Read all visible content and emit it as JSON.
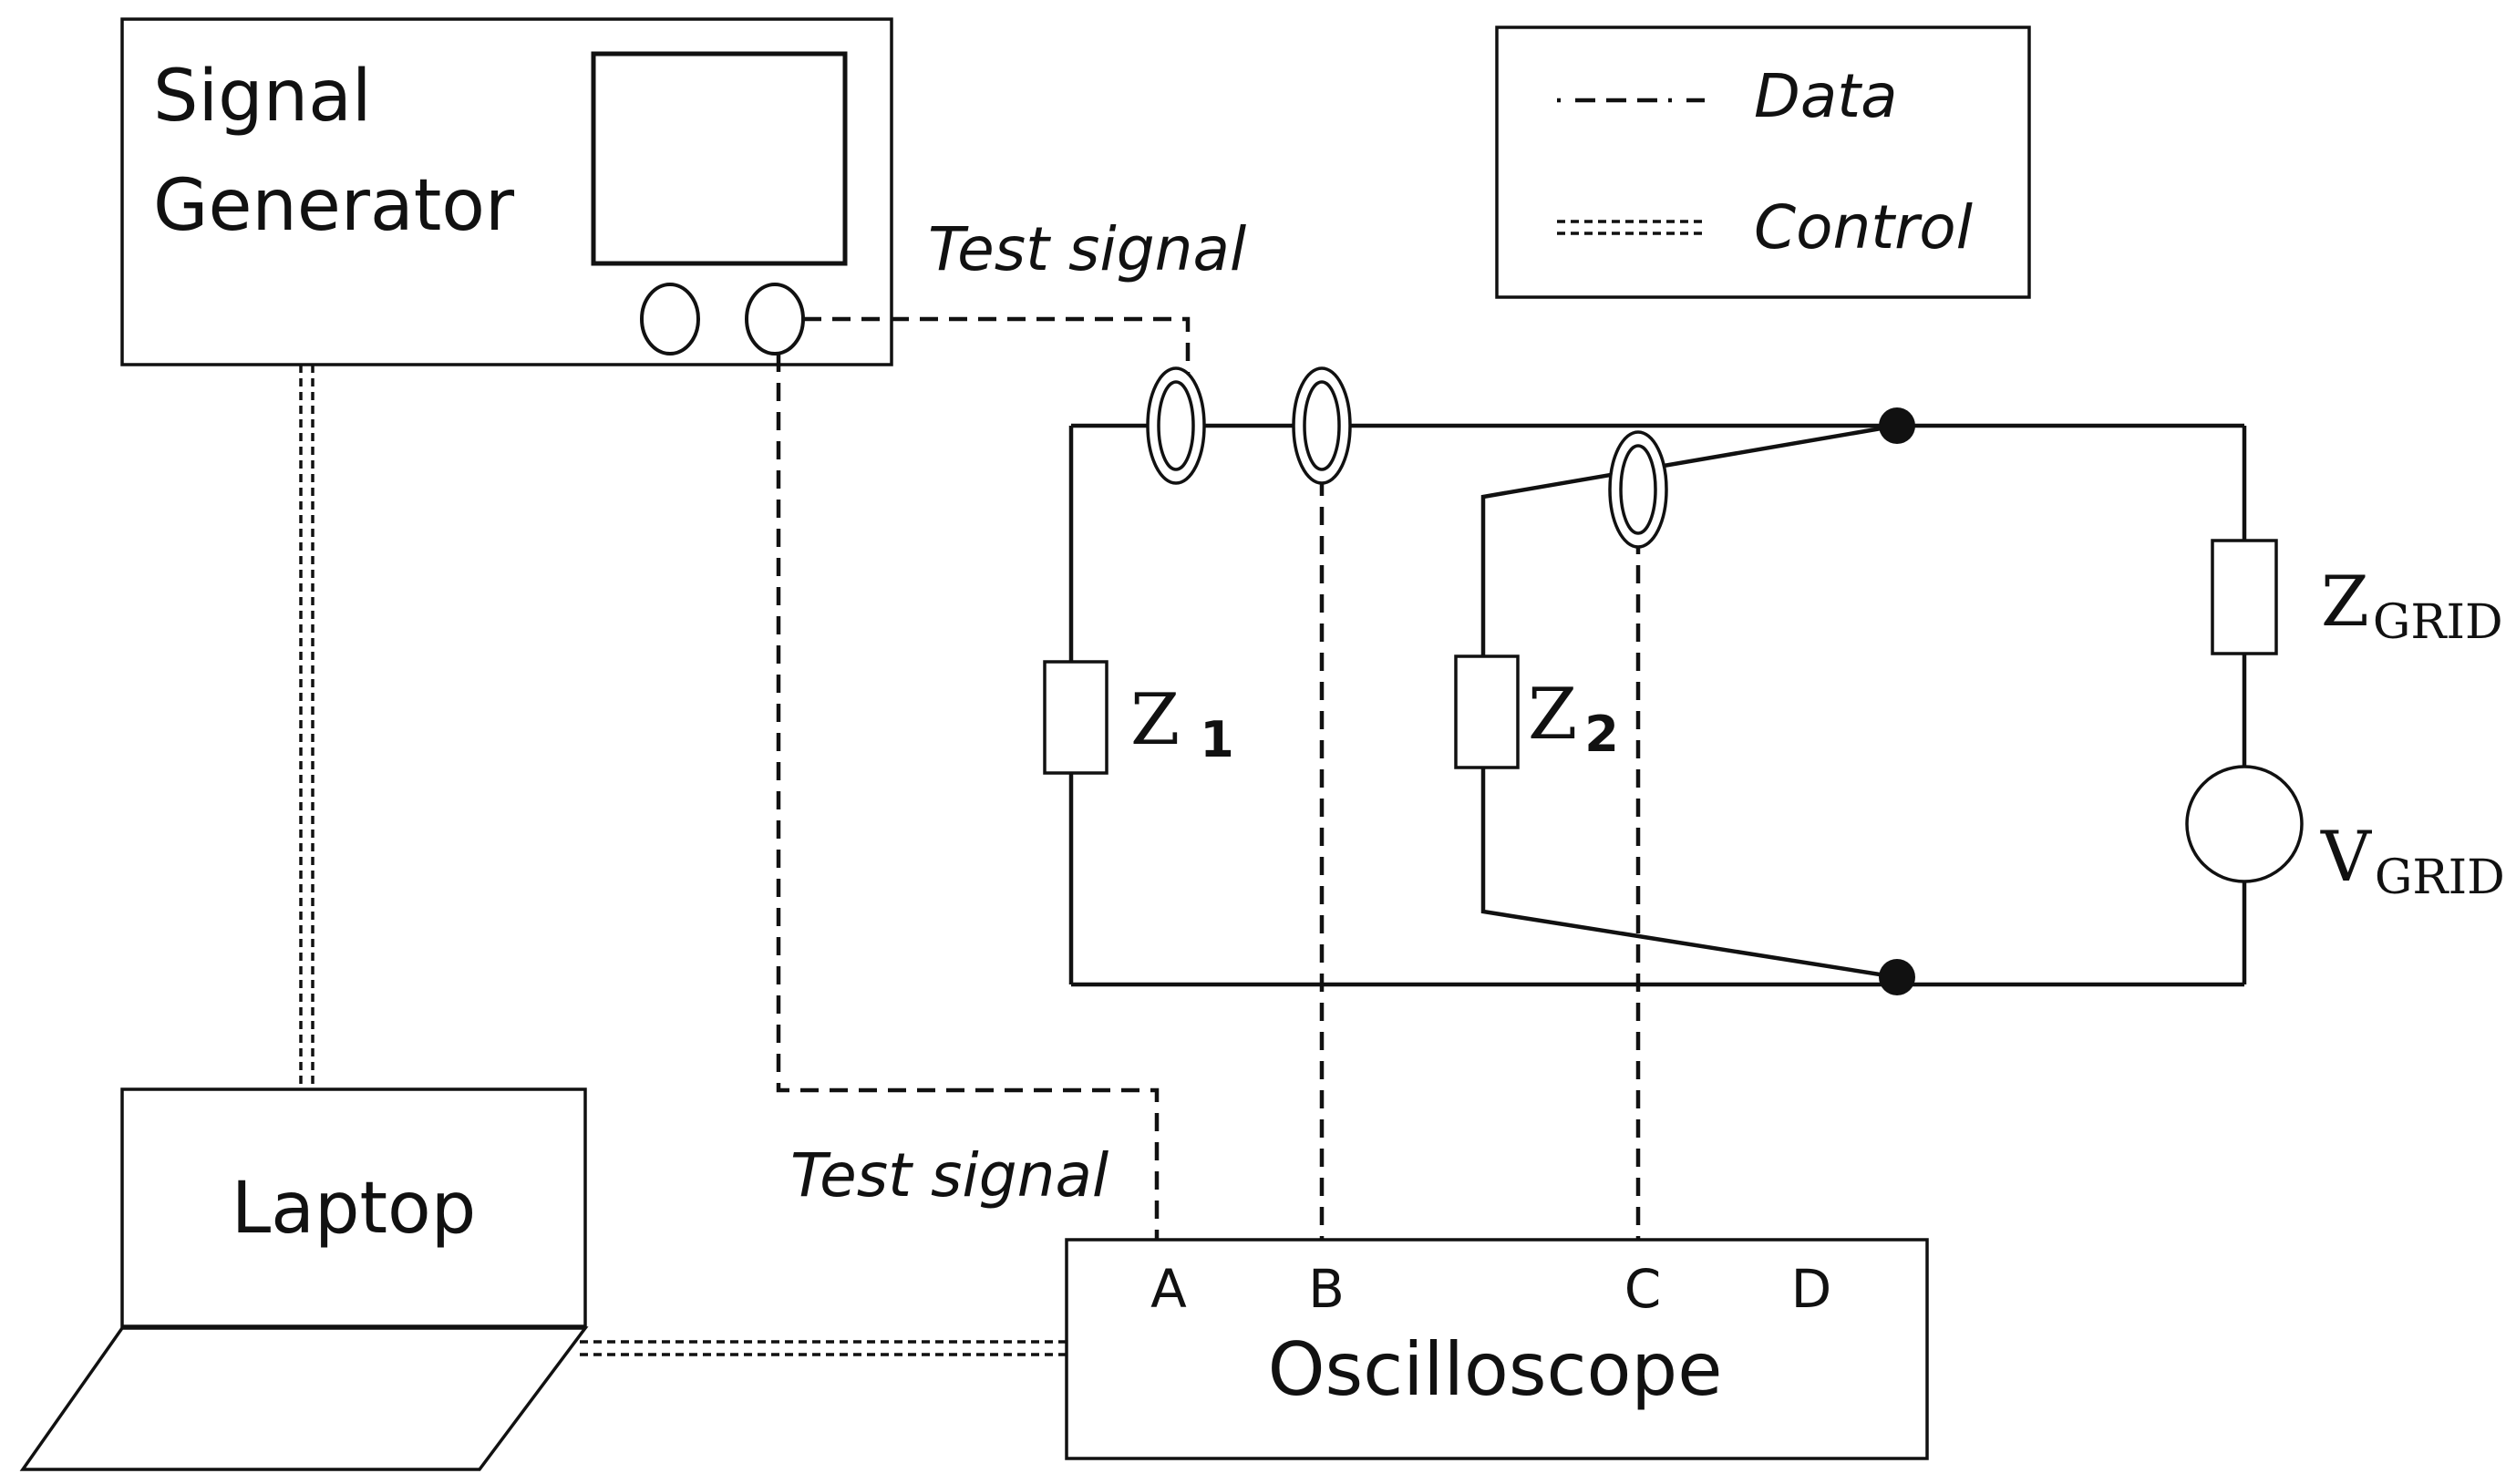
{
  "legend": {
    "data_label": "Data",
    "control_label": "Control"
  },
  "signal_generator": {
    "line1": "Signal",
    "line2": "Generator"
  },
  "laptop": {
    "label": "Laptop"
  },
  "oscilloscope": {
    "label": "Oscilloscope",
    "channels": [
      "A",
      "B",
      "C",
      "D"
    ]
  },
  "test_signal_top": "Test signal",
  "test_signal_bottom": "Test signal",
  "components": {
    "z1": {
      "symbol": "Z",
      "sub": "1"
    },
    "z2": {
      "symbol": "Z",
      "sub": "2"
    },
    "zgrid": {
      "symbol": "Z",
      "sub": "GRID"
    },
    "vgrid": {
      "symbol": "V",
      "sub": "GRID"
    }
  }
}
